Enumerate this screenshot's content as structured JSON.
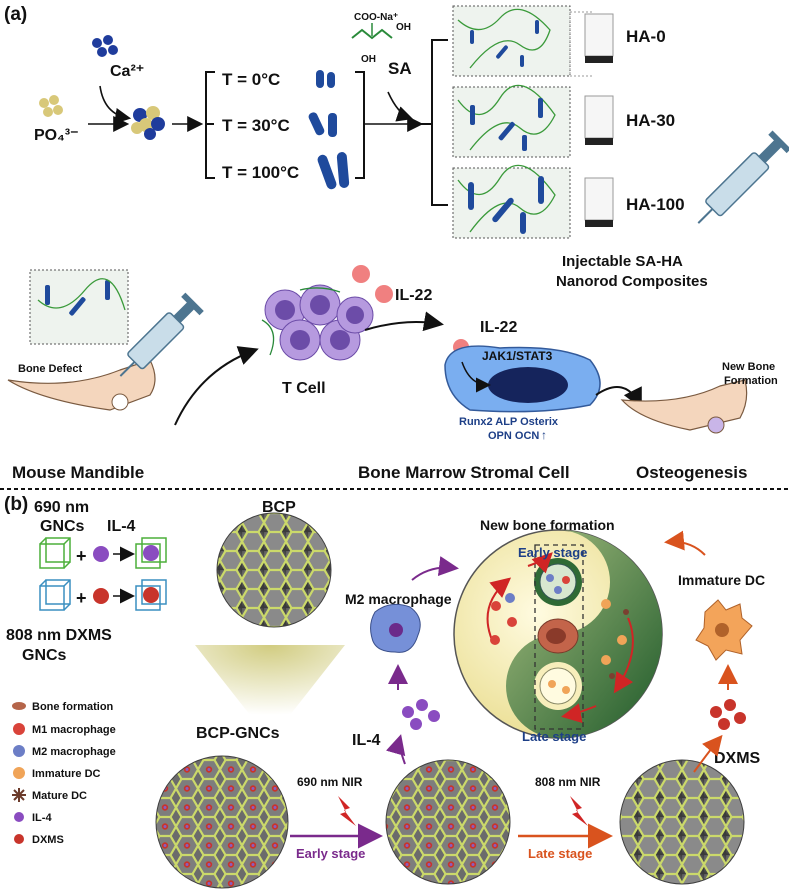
{
  "panel_a": {
    "panel_label": "(a)",
    "ions": {
      "calcium": "Ca²⁺",
      "phosphate": "PO₄³⁻"
    },
    "temperatures": [
      "T = 0°C",
      "T = 30°C",
      "T = 100°C"
    ],
    "sodium_alginate": {
      "label": "SA",
      "formula_top": "COO-Na⁺",
      "oh_1": "OH",
      "oh_2": "OH"
    },
    "samples": [
      "HA-0",
      "HA-30",
      "HA-100"
    ],
    "composite_title_line1": "Injectable SA-HA",
    "composite_title_line2": "Nanorod Composites",
    "cytokine": "IL-22",
    "cytokine_receptor": "IL-22",
    "pathway": "JAK1/STAT3",
    "t_cell": "T Cell",
    "bone_defect": "Bone Defect",
    "new_bone_line1": "New Bone",
    "new_bone_line2": "Formation",
    "genes_line1": "Runx2 ALP Osterix",
    "genes_line2": "OPN OCN",
    "up_arrow": "↑",
    "mouse_mandible": "Mouse Mandible",
    "bmsc": "Bone Marrow Stromal Cell",
    "osteogenesis": "Osteogenesis"
  },
  "panel_b": {
    "panel_label": "(b)",
    "gnc_690_line1": "690 nm",
    "gnc_690_line2": "GNCs",
    "il4_top": "IL-4",
    "gnc_808_line1": "808 nm DXMS",
    "gnc_808_line2": "GNCs",
    "plus": "+",
    "bcp": "BCP",
    "bcp_gncs": "BCP-GNCs",
    "new_bone_formation": "New bone formation",
    "early_stage_inner": "Early stage",
    "late_stage_inner": "Late stage",
    "m2_macrophage": "M2 macrophage",
    "immature_dc": "Immature DC",
    "il4": "IL-4",
    "dxms": "DXMS",
    "nir_690": "690 nm NIR",
    "nir_808": "808 nm NIR",
    "early_stage": "Early stage",
    "late_stage": "Late stage",
    "legend": [
      "Bone formation",
      "M1 macrophage",
      "M2 macrophage",
      "Immature DC",
      "Mature DC",
      "IL-4",
      "DXMS"
    ],
    "colors": {
      "early": "#7a2a8c",
      "late": "#d9531e",
      "mesh": "#cbd96a"
    }
  }
}
